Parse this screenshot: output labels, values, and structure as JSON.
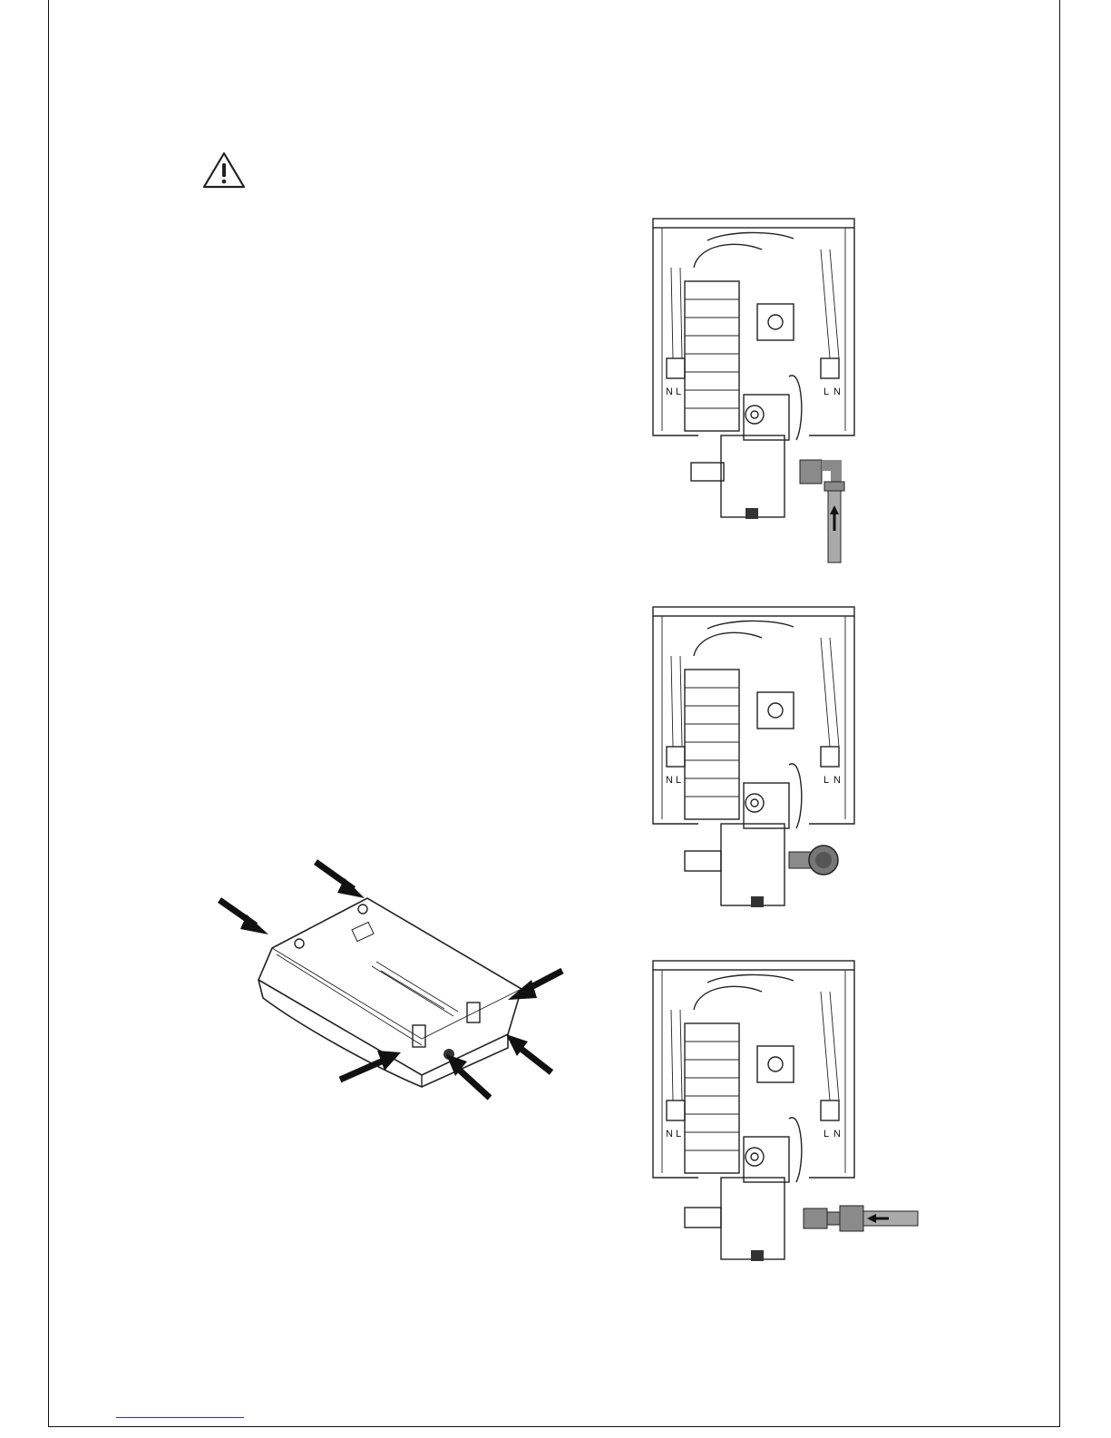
{
  "page": {
    "icons": {
      "warning": "warning-triangle-icon",
      "arrow": "arrow-icon"
    },
    "colors": {
      "link_underline": "#2b2bd6",
      "ink": "#222222",
      "pipe_gray": "#8a8a8a"
    }
  },
  "figures": [
    {
      "id": "fig-1",
      "terminal_labels": [
        "N",
        "L",
        "L",
        "N"
      ]
    },
    {
      "id": "fig-2",
      "terminal_labels": [
        "N",
        "L",
        "L",
        "N"
      ]
    },
    {
      "id": "fig-3",
      "terminal_labels": [
        "N",
        "L",
        "L",
        "N"
      ]
    }
  ]
}
